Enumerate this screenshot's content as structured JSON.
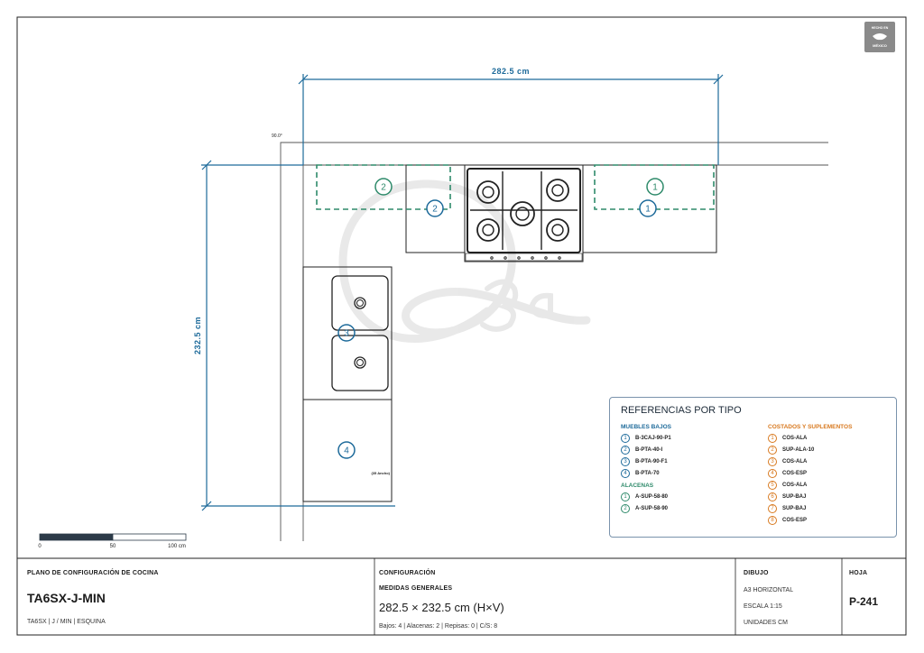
{
  "dimensions": {
    "width_label": "282.5 cm",
    "height_label": "232.5 cm",
    "angle_label": "90.0°"
  },
  "sink_tag": "(35 Ancho)",
  "scale_bar": {
    "ticks": [
      "0",
      "50",
      "100 cm"
    ]
  },
  "badge": {
    "line1": "HECHO EN",
    "line2": "MÉXICO"
  },
  "markers": {
    "upper_left": "2",
    "base_left": "2",
    "upper_right": "1",
    "base_right": "1",
    "sink": "3",
    "base_bottom": "4"
  },
  "legend": {
    "title": "REFERENCIAS POR TIPO",
    "groups": {
      "bajos": {
        "title": "MUEBLES BAJOS",
        "items": [
          {
            "n": "1",
            "code": "B-3CAJ-90-P1"
          },
          {
            "n": "2",
            "code": "B-PTA-40-I"
          },
          {
            "n": "3",
            "code": "B-PTA-90-F1"
          },
          {
            "n": "4",
            "code": "B-PTA-70"
          }
        ]
      },
      "alacenas": {
        "title": "ALACENAS",
        "items": [
          {
            "n": "1",
            "code": "A-SUP-58-80"
          },
          {
            "n": "2",
            "code": "A-SUP-58-90"
          }
        ]
      },
      "costados": {
        "title": "COSTADOS Y SUPLEMENTOS",
        "items": [
          {
            "n": "1",
            "code": "COS-ALA"
          },
          {
            "n": "2",
            "code": "SUP-ALA-10"
          },
          {
            "n": "3",
            "code": "COS-ALA"
          },
          {
            "n": "4",
            "code": "COS-ESP"
          },
          {
            "n": "5",
            "code": "COS-ALA"
          },
          {
            "n": "6",
            "code": "SUP-BAJ"
          },
          {
            "n": "7",
            "code": "SUP-BAJ"
          },
          {
            "n": "8",
            "code": "COS-ESP"
          }
        ]
      }
    }
  },
  "title_block": {
    "plan_label": "PLANO DE CONFIGURACIÓN DE COCINA",
    "model": "TA6SX-J-MIN",
    "subtitle": "TA6SX | J / MIN | ESQUINA",
    "config_label": "CONFIGURACIÓN",
    "medidas_label": "MEDIDAS GENERALES",
    "medidas_value": "282.5 × 232.5 cm (H×V)",
    "summary": "Bajos: 4 | Alacenas: 2 | Repisas: 0 | C/S: 8",
    "dibujo_label": "DIBUJO",
    "dibujo_format": "A3 HORIZONTAL",
    "dibujo_scale": "ESCALA 1:15",
    "dibujo_units": "UNIDADES CM",
    "hoja_label": "HOJA",
    "hoja_value": "P-241"
  }
}
